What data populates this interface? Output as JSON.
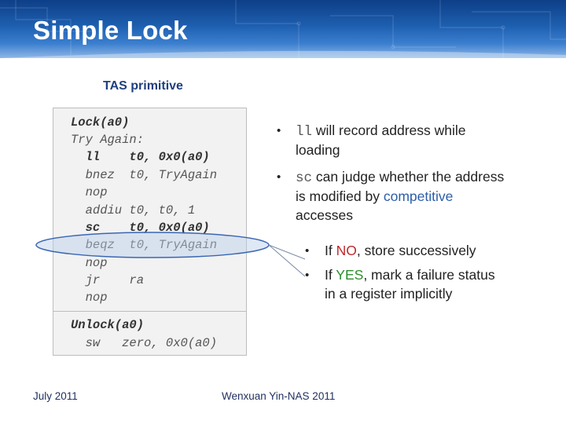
{
  "slide": {
    "title": "Simple Lock",
    "subtitle": "TAS primitive"
  },
  "code": {
    "lock_label": "Lock(a0)",
    "lines": [
      "Try Again:",
      "  ll    t0, 0x0(a0)",
      "  bnez  t0, TryAgain",
      "  nop",
      "  addiu t0, t0, 1",
      "  sc    t0, 0x0(a0)",
      "  beqz  t0, TryAgain",
      "  nop",
      "  jr    ra",
      "  nop"
    ],
    "unlock_label": "Unlock(a0)",
    "unlock_line": "  sw   zero, 0x0(a0)"
  },
  "bullets": {
    "ll_code": "ll",
    "ll_text_1": " will record address while",
    "ll_text_2": "loading",
    "sc_code": "sc",
    "sc_text_1": " can judge whether the address",
    "sc_text_2a": "is modified by ",
    "sc_text_2b": "competitive",
    "sc_text_3": "accesses",
    "no_prefix": "If ",
    "no_word": "NO",
    "no_suffix": ", store successively",
    "yes_prefix": "If ",
    "yes_word": "YES",
    "yes_suffix": ", mark a failure status",
    "yes_line2": "in a register implicitly",
    "dot": "•"
  },
  "footer": {
    "date": "July 2011",
    "author": "Wenxuan Yin-NAS 2011"
  },
  "colors": {
    "header_blue": "#1e5fb0",
    "accent_blue": "#2d5ea8",
    "no_red": "#c0282b",
    "yes_green": "#2c8c2c",
    "ellipse_fill": "#b8cde8"
  }
}
